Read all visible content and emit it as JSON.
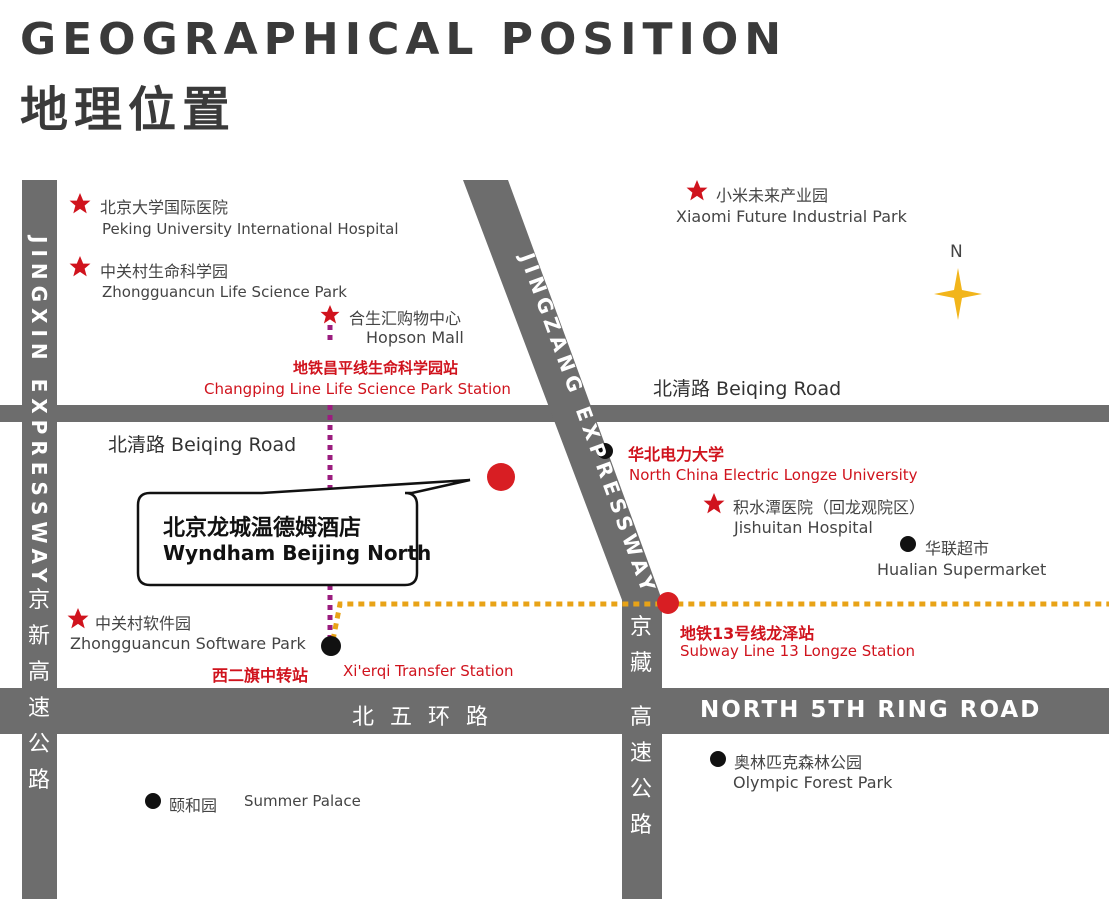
{
  "header": {
    "title_en": "GEOGRAPHICAL POSITION",
    "title_cn": "地理位置"
  },
  "compass": {
    "label": "N"
  },
  "roads": {
    "jingxin_en": "JINGXIN EXPRESSWAY",
    "jingxin_cn": [
      "京",
      "新",
      "高",
      "速",
      "公",
      "路"
    ],
    "jingzang_en": "JINGZANG EXPRESSWAY",
    "jingzang_cn": [
      "京",
      "藏",
      "高",
      "速",
      "公",
      "路"
    ],
    "beiqing_left": "北清路  Beiqing Road",
    "beiqing_right": "北清路  Beiqing Road",
    "ring_cn": "北五环路",
    "ring_en": "NORTH 5TH RING ROAD"
  },
  "places": {
    "peking_hospital_cn": "北京大学国际医院",
    "peking_hospital_en": "Peking University International Hospital",
    "zgc_life_cn": "中关村生命科学园",
    "zgc_life_en": "Zhongguancun Life Science Park",
    "hopson_cn": "合生汇购物中心",
    "hopson_en": "Hopson Mall",
    "changping_station_cn": "地铁昌平线生命科学园站",
    "changping_station_en": "Changping Line Life Science Park Station",
    "xiaomi_cn": "小米未来产业园",
    "xiaomi_en": "Xiaomi Future Industrial Park",
    "ncepu_cn": "华北电力大学",
    "ncepu_en": "North China Electric Longze University",
    "jishuitan_cn": "积水潭医院（回龙观院区）",
    "jishuitan_en": "Jishuitan Hospital",
    "hualian_cn": "华联超市",
    "hualian_en": "Hualian Supermarket",
    "zgc_software_cn": "中关村软件园",
    "zgc_software_en": "Zhongguancun Software Park",
    "xierqi_cn": "西二旗中转站",
    "xierqi_en": "Xi'erqi Transfer Station",
    "longze_cn": "地铁13号线龙泽站",
    "longze_en": "Subway Line 13 Longze Station",
    "olympic_cn": "奥林匹克森林公园",
    "olympic_en": "Olympic Forest Park",
    "summer_cn": "颐和园",
    "summer_en": "Summer Palace"
  },
  "hotel": {
    "name_cn": "北京龙城温德姆酒店",
    "name_en": "Wyndham Beijing North"
  },
  "colors": {
    "road": "#6d6d6d",
    "star": "#d0131d",
    "line13": "#e8a317",
    "changping_line": "#9b1d7f",
    "compass": "#f2b51b"
  }
}
